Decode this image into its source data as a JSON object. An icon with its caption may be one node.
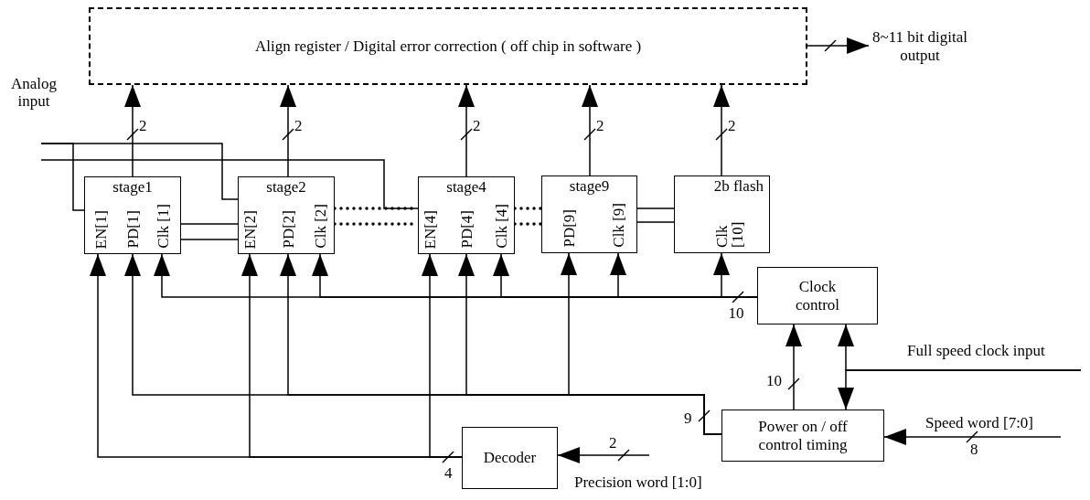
{
  "diagram": {
    "nodes": [
      {
        "text": [
          "Align register / Digital error correction ( off chip in software )"
        ]
      },
      {
        "text": [
          "stage1",
          "EN[1]",
          "PD[1]",
          "Clk [1]"
        ]
      },
      {
        "text": [
          "stage2",
          "EN[2]",
          "PD[2]",
          "Clk [2]"
        ]
      },
      {
        "text": [
          "stage4",
          "EN[4]",
          "PD[4]",
          "Clk [4]"
        ]
      },
      {
        "text": [
          "stage9",
          "PD[9]",
          "Clk [9]"
        ]
      },
      {
        "text": [
          "2b flash",
          "Clk [10]"
        ]
      },
      {
        "text": [
          "Clock control"
        ]
      },
      {
        "text": [
          "Power on / off control timing"
        ]
      },
      {
        "text": [
          "Decoder"
        ]
      },
      {
        "text": [
          "8~11 bit digital output"
        ]
      }
    ],
    "edges": [
      {
        "from": 1,
        "to": 0,
        "arrow": "to",
        "label": "2"
      },
      {
        "from": 2,
        "to": 0,
        "arrow": "to",
        "label": "2"
      },
      {
        "from": 3,
        "to": 0,
        "arrow": "to",
        "label": "2"
      },
      {
        "from": 4,
        "to": 0,
        "arrow": "to",
        "label": "2"
      },
      {
        "from": 5,
        "to": 0,
        "arrow": "to",
        "label": "2"
      },
      {
        "from": 0,
        "to": 9,
        "arrow": "to"
      },
      {
        "from": null,
        "to": 1,
        "arrow": "none"
      },
      {
        "from": null,
        "to": 2,
        "arrow": "none"
      },
      {
        "from": null,
        "to": 3,
        "arrow": "none"
      },
      {
        "from": 1,
        "to": 2,
        "arrow": "none"
      },
      {
        "from": 2,
        "to": 3,
        "arrow": "none",
        "style": "dashed"
      },
      {
        "from": 3,
        "to": 4,
        "arrow": "none",
        "style": "dashed"
      },
      {
        "from": 4,
        "to": 5,
        "arrow": "none"
      },
      {
        "from": 6,
        "to": 1,
        "arrow": "to"
      },
      {
        "from": 6,
        "to": 2,
        "arrow": "to"
      },
      {
        "from": 6,
        "to": 3,
        "arrow": "to"
      },
      {
        "from": 6,
        "to": 4,
        "arrow": "to"
      },
      {
        "from": 6,
        "to": 5,
        "arrow": "to"
      },
      {
        "from": 7,
        "to": 6,
        "arrow": "to",
        "label": "10"
      },
      {
        "from": null,
        "to": 6,
        "arrow": "to"
      },
      {
        "from": null,
        "to": 7,
        "arrow": "to"
      },
      {
        "from": 7,
        "to": 1,
        "arrow": "to"
      },
      {
        "from": 7,
        "to": 2,
        "arrow": "to"
      },
      {
        "from": 7,
        "to": 3,
        "arrow": "to"
      },
      {
        "from": 7,
        "to": 4,
        "arrow": "to"
      },
      {
        "from": 8,
        "to": 1,
        "arrow": "to"
      },
      {
        "from": 8,
        "to": 2,
        "arrow": "to"
      },
      {
        "from": 8,
        "to": 3,
        "arrow": "to"
      },
      {
        "from": null,
        "to": 8,
        "arrow": "to",
        "label": "2"
      },
      {
        "from": null,
        "to": 7,
        "arrow": "to",
        "label": "8"
      }
    ],
    "labels": [
      "Analog input",
      "10",
      "Full speed clock input",
      "9",
      "Speed word [7:0]",
      "4",
      "Precision word [1:0]"
    ]
  }
}
